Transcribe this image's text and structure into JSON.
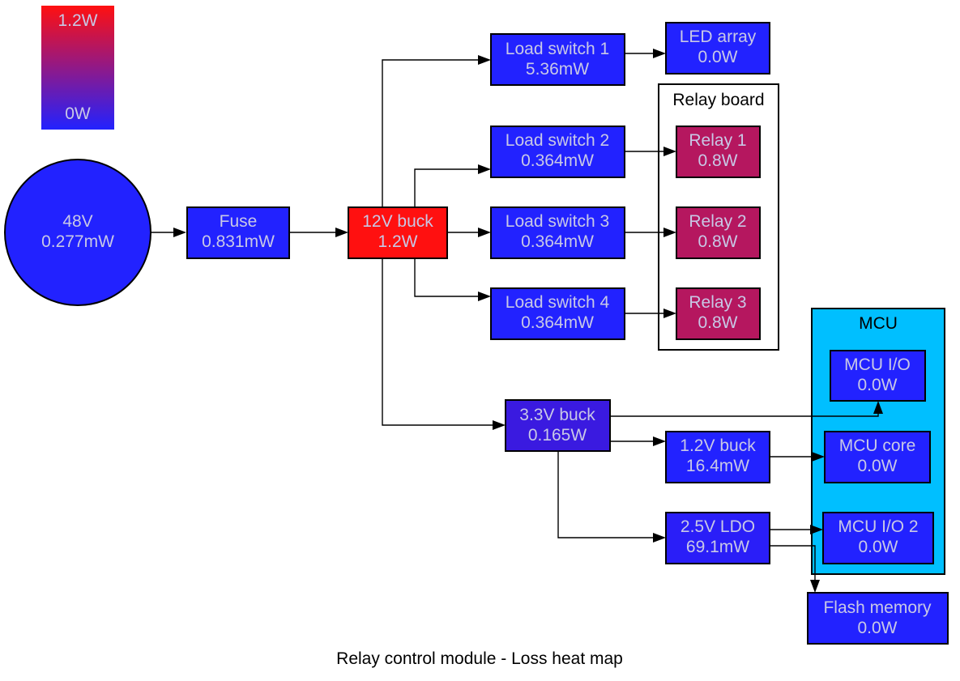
{
  "title": "Relay control module - Loss heat map",
  "legend": {
    "max_label": "1.2W",
    "min_label": "0W",
    "max_color": "#ff1010",
    "min_color": "#2222ff"
  },
  "clusters": {
    "relay_board": {
      "label": "Relay board"
    },
    "mcu": {
      "label": "MCU",
      "fill": "#00bfff"
    }
  },
  "nodes": {
    "in48": {
      "name": "48V",
      "value": "0.277mW",
      "color": "#2222ff"
    },
    "fuse": {
      "name": "Fuse",
      "value": "0.831mW",
      "color": "#2222ff"
    },
    "buck12": {
      "name": "12V buck",
      "value": "1.2W",
      "color": "#ff1010"
    },
    "ls1": {
      "name": "Load switch 1",
      "value": "5.36mW",
      "color": "#2222ff"
    },
    "ls2": {
      "name": "Load switch 2",
      "value": "0.364mW",
      "color": "#2222ff"
    },
    "ls3": {
      "name": "Load switch 3",
      "value": "0.364mW",
      "color": "#2222ff"
    },
    "ls4": {
      "name": "Load switch 4",
      "value": "0.364mW",
      "color": "#2222ff"
    },
    "led": {
      "name": "LED array",
      "value": "0.0W",
      "color": "#2222ff"
    },
    "relay1": {
      "name": "Relay 1",
      "value": "0.8W",
      "color": "#b5175f"
    },
    "relay2": {
      "name": "Relay 2",
      "value": "0.8W",
      "color": "#b5175f"
    },
    "relay3": {
      "name": "Relay 3",
      "value": "0.8W",
      "color": "#b5175f"
    },
    "buck33": {
      "name": "3.3V buck",
      "value": "0.165W",
      "color": "#3a1ae0"
    },
    "buck12v": {
      "name": "1.2V buck",
      "value": "16.4mW",
      "color": "#2222ff"
    },
    "ldo25": {
      "name": "2.5V LDO",
      "value": "69.1mW",
      "color": "#2a1ef8"
    },
    "mcuio": {
      "name": "MCU I/O",
      "value": "0.0W",
      "color": "#2222ff"
    },
    "mcucore": {
      "name": "MCU core",
      "value": "0.0W",
      "color": "#2222ff"
    },
    "mcuio2": {
      "name": "MCU I/O 2",
      "value": "0.0W",
      "color": "#2222ff"
    },
    "flash": {
      "name": "Flash memory",
      "value": "0.0W",
      "color": "#2222ff"
    }
  }
}
